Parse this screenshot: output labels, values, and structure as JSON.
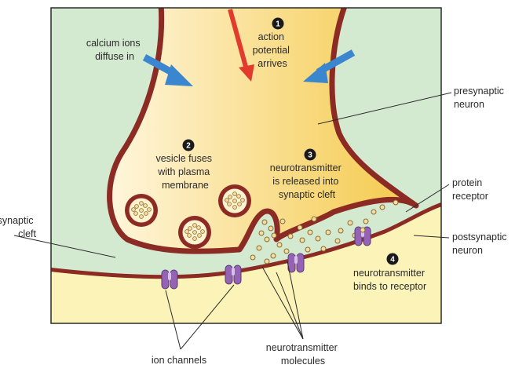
{
  "colors": {
    "cleft": "#d4ead0",
    "postsynaptic": "#fcf3b8",
    "membrane": "#8c2a24",
    "presynaptic_light": "#fff6dc",
    "presynaptic_dark": "#f4c94a",
    "action_arrow": "#e23a2c",
    "calcium_arrow": "#3a86cf",
    "channel": "#9463b4",
    "vesicle_dot": "#f2dea4",
    "badge": "#1a1a1a"
  },
  "steps": [
    {
      "number": "1",
      "lines": [
        "action",
        "potential",
        "arrives"
      ]
    },
    {
      "number": "2",
      "lines": [
        "vesicle fuses",
        "with plasma",
        "membrane"
      ]
    },
    {
      "number": "3",
      "lines": [
        "neurotransmitter",
        "is released into",
        "synaptic cleft"
      ]
    },
    {
      "number": "4",
      "lines": [
        "neurotransmitter",
        "binds to receptor"
      ]
    }
  ],
  "labels": {
    "calcium": [
      "calcium ions",
      "diffuse in"
    ],
    "presynaptic_neuron": [
      "presynaptic",
      "neuron"
    ],
    "protein_receptor": [
      "protein",
      "receptor"
    ],
    "postsynaptic_neuron": [
      "postsynaptic",
      "neuron"
    ],
    "synaptic_cleft": [
      "synaptic",
      "cleft"
    ],
    "ion_channels": [
      "ion channels"
    ],
    "neurotransmitter_molecules": [
      "neurotransmitter",
      "molecules"
    ]
  }
}
